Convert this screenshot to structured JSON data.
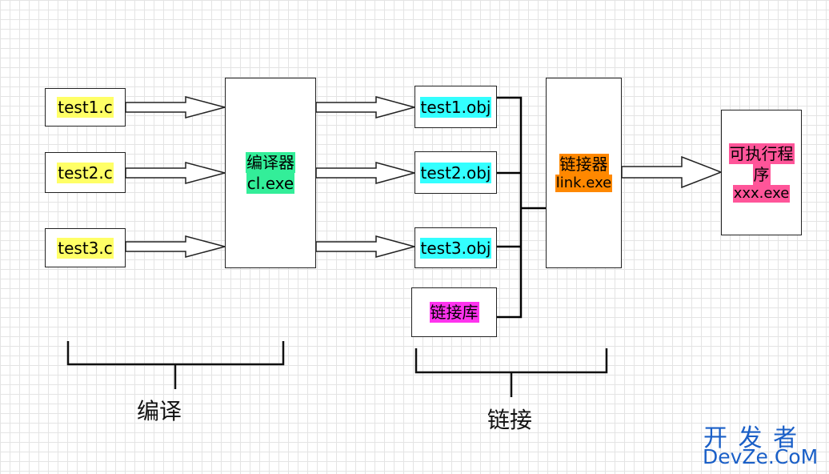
{
  "sources": [
    "test1.c",
    "test2.c",
    "test3.c"
  ],
  "compiler": {
    "name": "编译器",
    "exe": "cl.exe"
  },
  "objects": [
    "test1.obj",
    "test2.obj",
    "test3.obj"
  ],
  "library": "链接库",
  "linker": {
    "name": "链接器",
    "exe": "link.exe"
  },
  "output": {
    "name_line1": "可执行程",
    "name_line2": "序",
    "exe": "xxx.exe"
  },
  "phases": {
    "compile": "编译",
    "link": "链接"
  },
  "watermark": {
    "top": "开 发 者",
    "bottom": "DevZe.CoM"
  }
}
